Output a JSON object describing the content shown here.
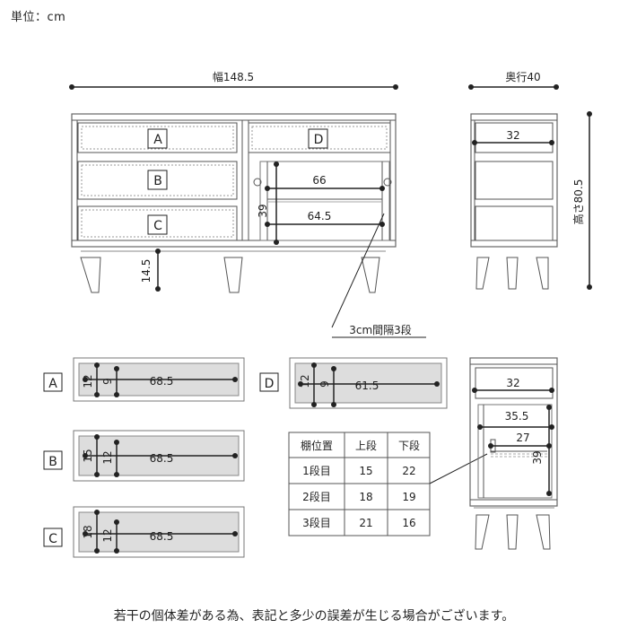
{
  "unit_label": "単位：cm",
  "dims": {
    "width": "幅148.5",
    "depth": "奥行40",
    "height": "高さ80.5",
    "leg": "14.5",
    "inner_w": "66",
    "shelf_w": "64.5",
    "inner_h": "39",
    "interval_note": "3cm間隔3段",
    "side_top": "32",
    "detail_top": "32",
    "detail_inner_w": "35.5",
    "detail_shelf_d": "27",
    "detail_inner_h": "39"
  },
  "drawers": [
    {
      "letter": "A",
      "outer_h": "12",
      "inner_h": "9",
      "depth": "68.5"
    },
    {
      "letter": "B",
      "outer_h": "15",
      "inner_h": "12",
      "depth": "68.5"
    },
    {
      "letter": "C",
      "outer_h": "18",
      "inner_h": "12",
      "depth": "68.5"
    },
    {
      "letter": "D",
      "outer_h": "12",
      "inner_h": "9",
      "depth": "61.5"
    }
  ],
  "shelf_table": {
    "headers": [
      "棚位置",
      "上段",
      "下段"
    ],
    "rows": [
      [
        "1段目",
        "15",
        "22"
      ],
      [
        "2段目",
        "18",
        "19"
      ],
      [
        "3段目",
        "21",
        "16"
      ]
    ]
  },
  "footer_note": "若干の個体差がある為、表記と多少の誤差が生じる場合がございます。"
}
